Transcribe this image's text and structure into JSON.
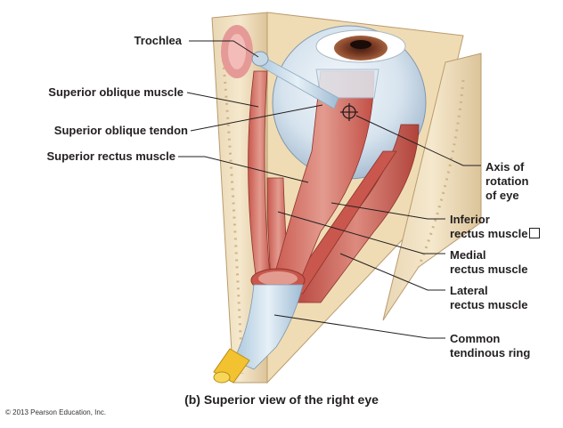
{
  "caption": "(b) Superior view of the right eye",
  "copyright": "© 2013 Pearson Education, Inc.",
  "labels": {
    "trochlea": "Trochlea",
    "superior_oblique_muscle": "Superior oblique muscle",
    "superior_oblique_tendon": "Superior oblique tendon",
    "superior_rectus_muscle": "Superior rectus muscle",
    "axis_line1": "Axis of",
    "axis_line2": "rotation",
    "axis_line3": "of eye",
    "inferior_line1": "Inferior",
    "inferior_line2": "rectus muscle",
    "medial_line1": "Medial",
    "medial_line2": "rectus muscle",
    "lateral_line1": "Lateral",
    "lateral_line2": "rectus muscle",
    "ring_line1": "Common",
    "ring_line2": "tendinous ring"
  }
}
